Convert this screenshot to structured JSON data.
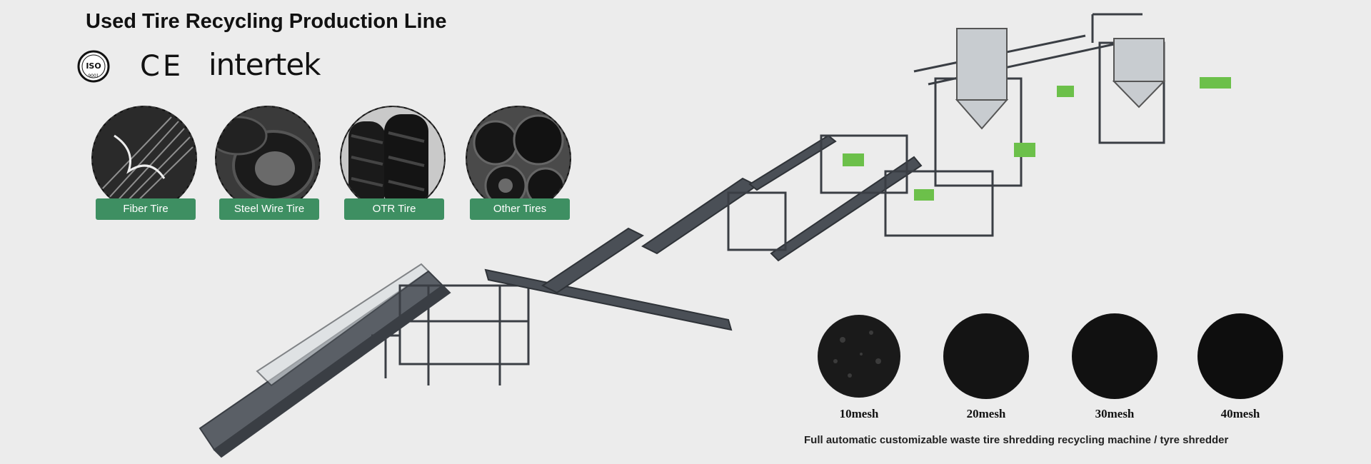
{
  "header": {
    "title": "Used Tire Recycling Production Line",
    "certifications": [
      {
        "name": "iso-9001-logo",
        "text": "ISO",
        "sub": "9001"
      },
      {
        "name": "ce-mark",
        "text": "CE"
      },
      {
        "name": "intertek-logo",
        "text": "intertek"
      }
    ]
  },
  "tire_types": [
    {
      "label": "Fiber Tire"
    },
    {
      "label": "Steel Wire Tire"
    },
    {
      "label": "OTR Tire"
    },
    {
      "label": "Other Tires"
    }
  ],
  "mesh_products": [
    {
      "label": "10mesh"
    },
    {
      "label": "20mesh"
    },
    {
      "label": "30mesh"
    },
    {
      "label": "40mesh"
    }
  ],
  "caption": "Full automatic customizable waste tire shredding recycling machine / tyre shredder",
  "colors": {
    "accent_green": "#3e8f62",
    "machine_green": "#6cc04a",
    "steel": "#5a5f66"
  }
}
